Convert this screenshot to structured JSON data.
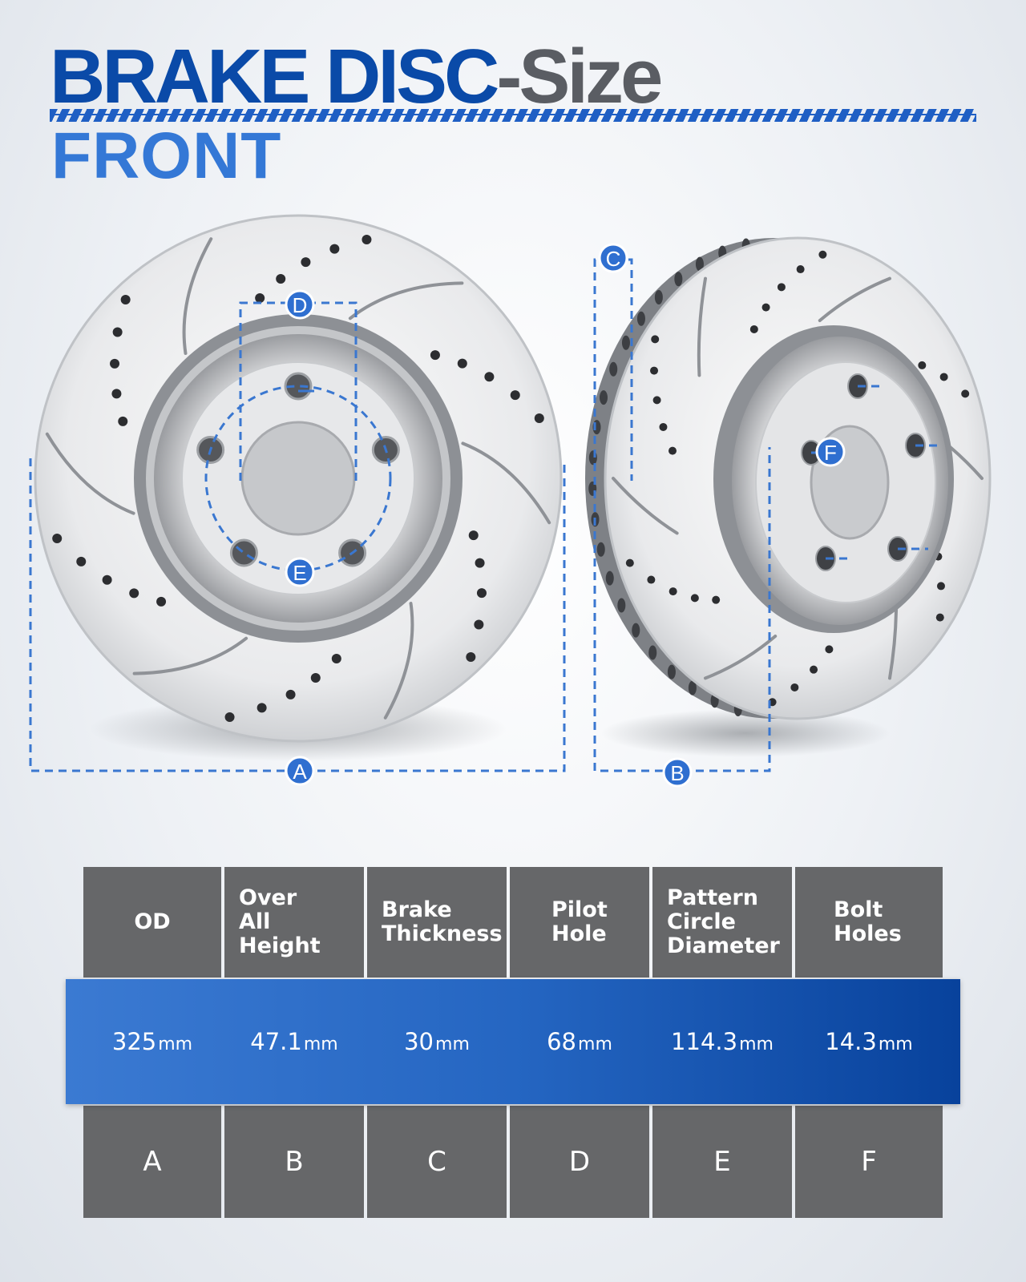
{
  "title": {
    "main": "BRAKE DISC",
    "suffix": "-Size"
  },
  "subtitle": "FRONT",
  "diagram_labels": [
    "A",
    "B",
    "C",
    "D",
    "E",
    "F"
  ],
  "spec_table": {
    "headers": [
      "OD",
      "Over\nAll Height",
      "Brake\nThickness",
      "Pilot\nHole",
      "Pattern\nCircle\nDiameter",
      "Bolt\nHoles"
    ],
    "values": [
      {
        "num": "325",
        "unit": "mm"
      },
      {
        "num": "47.1",
        "unit": "mm"
      },
      {
        "num": "30",
        "unit": "mm"
      },
      {
        "num": "68",
        "unit": "mm"
      },
      {
        "num": "114.3",
        "unit": "mm"
      },
      {
        "num": "14.3",
        "unit": "mm"
      }
    ],
    "letters": [
      "A",
      "B",
      "C",
      "D",
      "E",
      "F"
    ]
  },
  "colors": {
    "title_blue": "#0a4aa8",
    "title_gray": "#5a5d63",
    "accent_blue": "#3478d6",
    "cell_gray": "#666769",
    "band_blue": "#2566c2"
  }
}
